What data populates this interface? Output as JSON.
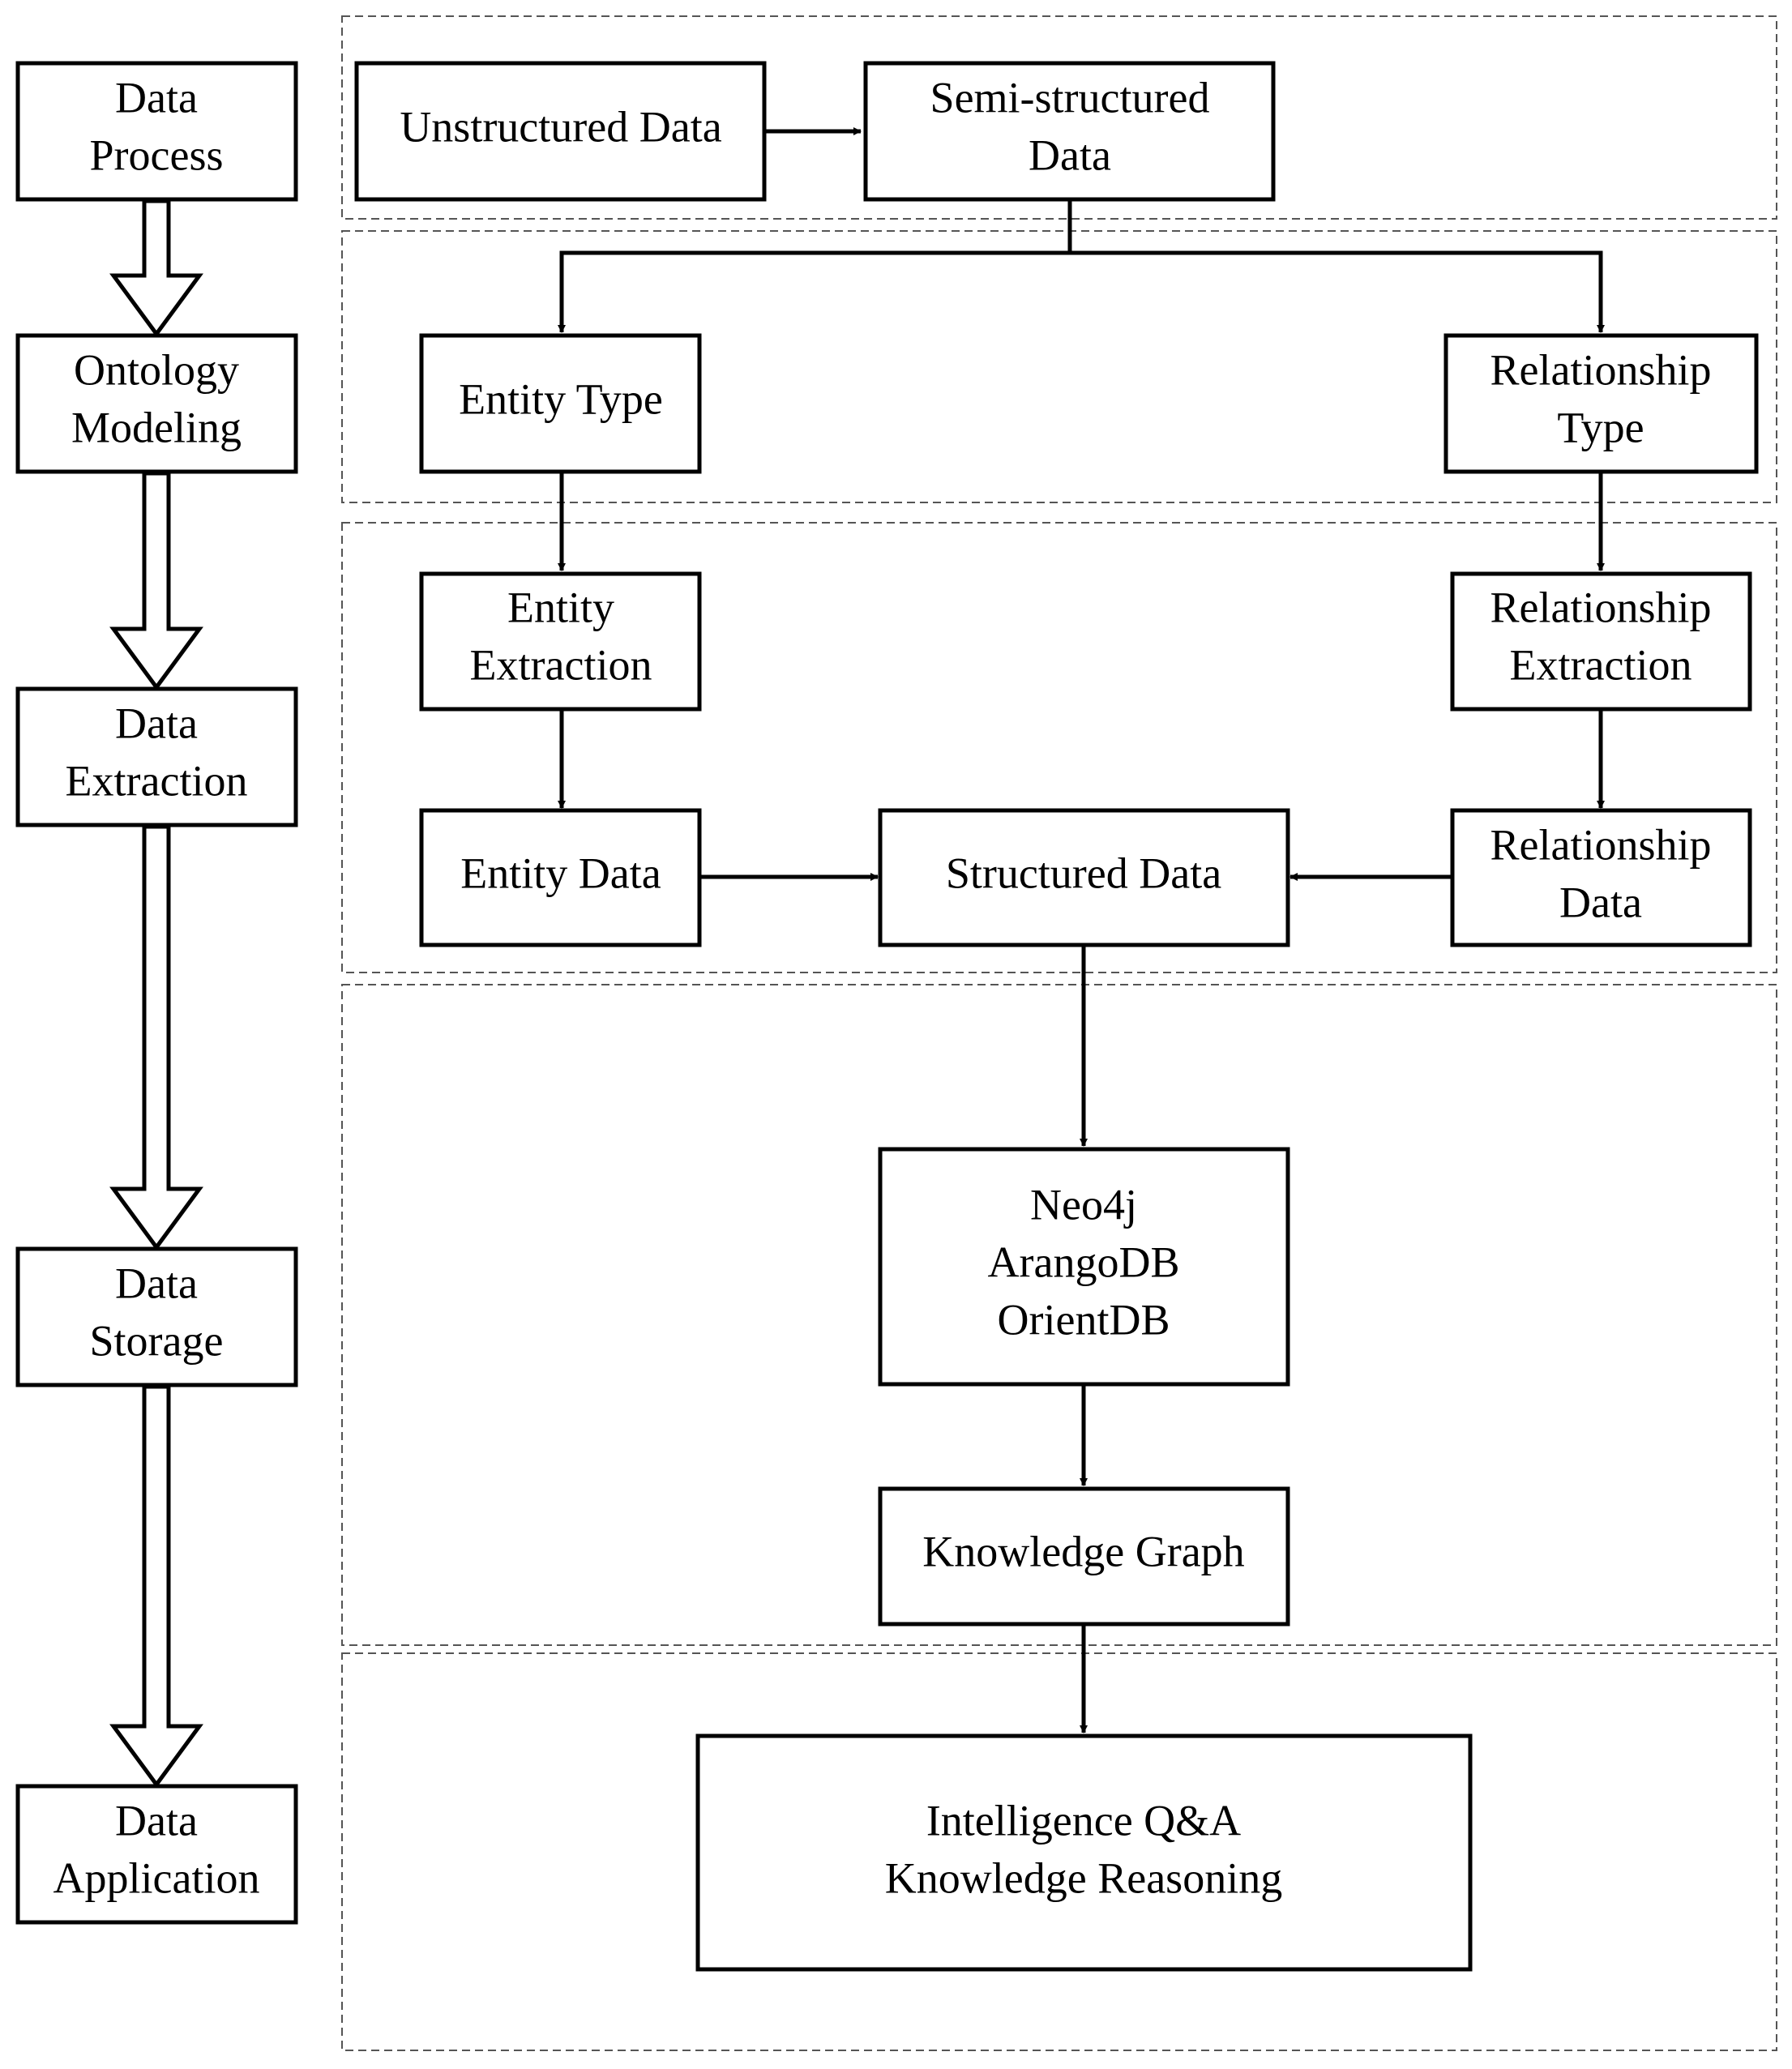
{
  "stages": [
    {
      "id": "data-process",
      "lines": [
        "Data",
        "Process"
      ]
    },
    {
      "id": "ontology-modeling",
      "lines": [
        "Ontology",
        "Modeling"
      ]
    },
    {
      "id": "data-extraction",
      "lines": [
        "Data",
        "Extraction"
      ]
    },
    {
      "id": "data-storage",
      "lines": [
        "Data",
        "Storage"
      ]
    },
    {
      "id": "data-application",
      "lines": [
        "Data",
        "Application"
      ]
    }
  ],
  "nodes": {
    "unstructured_data": {
      "lines": [
        "Unstructured Data"
      ]
    },
    "semi_structured_data": {
      "lines": [
        "Semi-structured",
        "Data"
      ]
    },
    "entity_type": {
      "lines": [
        "Entity Type"
      ]
    },
    "relationship_type": {
      "lines": [
        "Relationship",
        "Type"
      ]
    },
    "entity_extraction": {
      "lines": [
        "Entity",
        "Extraction"
      ]
    },
    "relationship_extraction": {
      "lines": [
        "Relationship",
        "Extraction"
      ]
    },
    "entity_data": {
      "lines": [
        "Entity Data"
      ]
    },
    "structured_data": {
      "lines": [
        "Structured Data"
      ]
    },
    "relationship_data": {
      "lines": [
        "Relationship",
        "Data"
      ]
    },
    "graph_databases": {
      "lines": [
        "Neo4j",
        "ArangoDB",
        "OrientDB"
      ]
    },
    "knowledge_graph": {
      "lines": [
        "Knowledge Graph"
      ]
    },
    "applications": {
      "lines": [
        "Intelligence Q&A",
        "Knowledge Reasoning"
      ]
    }
  },
  "colors": {
    "stroke": "#000000",
    "background": "#ffffff",
    "dashed": "#555555"
  }
}
